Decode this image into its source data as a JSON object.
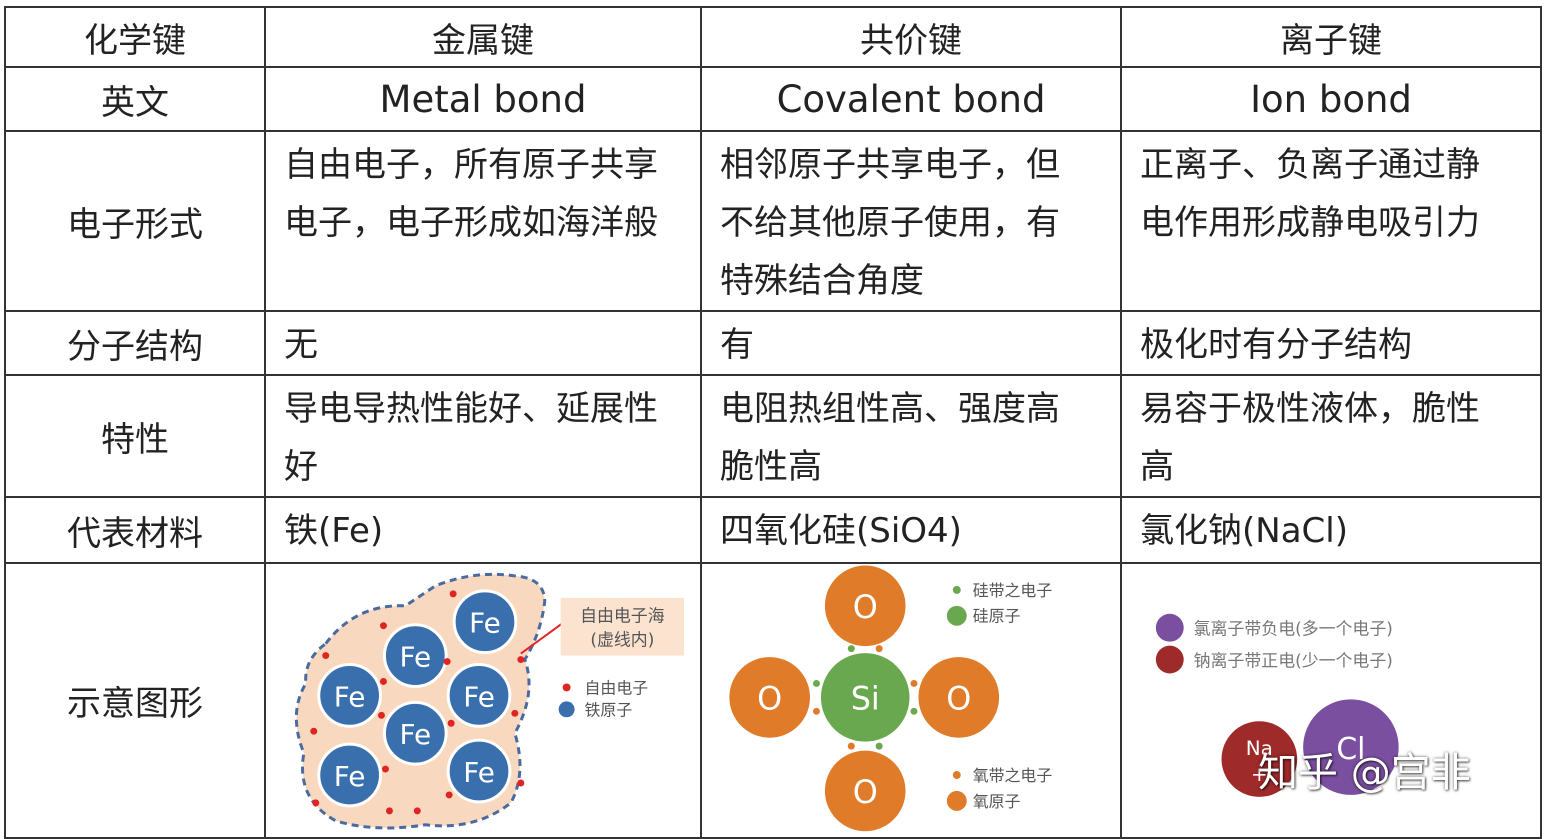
{
  "headers": [
    "化学键",
    "金属键",
    "共价键",
    "离子键"
  ],
  "rows": [
    {
      "label": "英文",
      "cells": [
        "Metal bond",
        "Covalent bond",
        "Ion bond"
      ]
    },
    {
      "label": "电子形式",
      "cells": [
        [
          "自由电子，所有原子共享",
          "电子，电子形成如海洋般"
        ],
        [
          "相邻原子共享电子，但",
          "不给其他原子使用，有",
          "特殊结合角度"
        ],
        [
          "正离子、负离子通过静",
          "电作用形成静电吸引力"
        ]
      ]
    },
    {
      "label": "分子结构",
      "cells": [
        "无",
        "有",
        "极化时有分子结构"
      ]
    },
    {
      "label": "特性",
      "cells": [
        [
          "导电导热性能好、延展性",
          "好"
        ],
        [
          "电阻热组性高、强度高",
          "脆性高"
        ],
        [
          "易容于极性液体，脆性",
          "高"
        ]
      ]
    },
    {
      "label": "代表材料",
      "cells": [
        "铁(Fe)",
        "四氧化硅(SiO4)",
        "氯化钠(NaCl)"
      ]
    },
    {
      "label": "示意图形"
    }
  ],
  "figures": {
    "metal": {
      "atom_label": "Fe",
      "callout": [
        "自由电子海",
        "(虚线内)"
      ],
      "legend": [
        "自由电子",
        "铁原子"
      ],
      "colors": {
        "atom": "#3a6fad",
        "sea": "#f8d9bf",
        "electron": "#e02424",
        "dash": "#4a6aa0"
      }
    },
    "covalent": {
      "center_label": "Si",
      "outer_label": "O",
      "legend": [
        "硅带之电子",
        "硅原子",
        "氧带之电子",
        "氧原子"
      ],
      "colors": {
        "si": "#6aa84f",
        "o": "#e07b2a",
        "si_e": "#6aa84f",
        "o_e": "#e07b2a"
      }
    },
    "ionic": {
      "legend": [
        "氯离子带负电(多一个电子)",
        "钠离子带正电(少一个电子)"
      ],
      "na_label": "Na",
      "na_sign": "+",
      "cl_label": "Cl",
      "colors": {
        "cl": "#7b4fa0",
        "na": "#9e2a2a"
      }
    }
  },
  "watermark": "知乎 @宫非"
}
